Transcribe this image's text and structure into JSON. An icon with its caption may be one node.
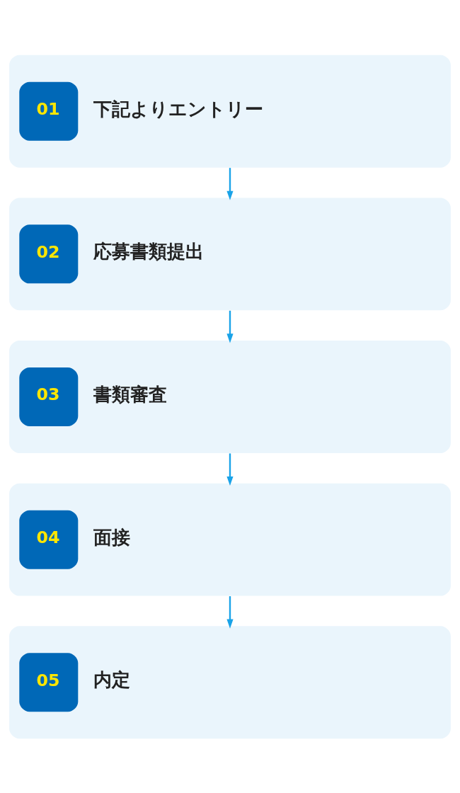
{
  "diagram": {
    "nodes": [
      {
        "text": [
          "01",
          "下記よりエントリー"
        ]
      },
      {
        "text": [
          "02",
          "応募書類提出"
        ]
      },
      {
        "text": [
          "03",
          "書類審査"
        ]
      },
      {
        "text": [
          "04",
          "面接"
        ]
      },
      {
        "text": [
          "05",
          "内定"
        ]
      }
    ],
    "edges": [
      {
        "from": 0,
        "to": 1,
        "arrow": "to"
      },
      {
        "from": 1,
        "to": 2,
        "arrow": "to"
      },
      {
        "from": 2,
        "to": 3,
        "arrow": "to"
      },
      {
        "from": 3,
        "to": 4,
        "arrow": "to"
      }
    ]
  }
}
